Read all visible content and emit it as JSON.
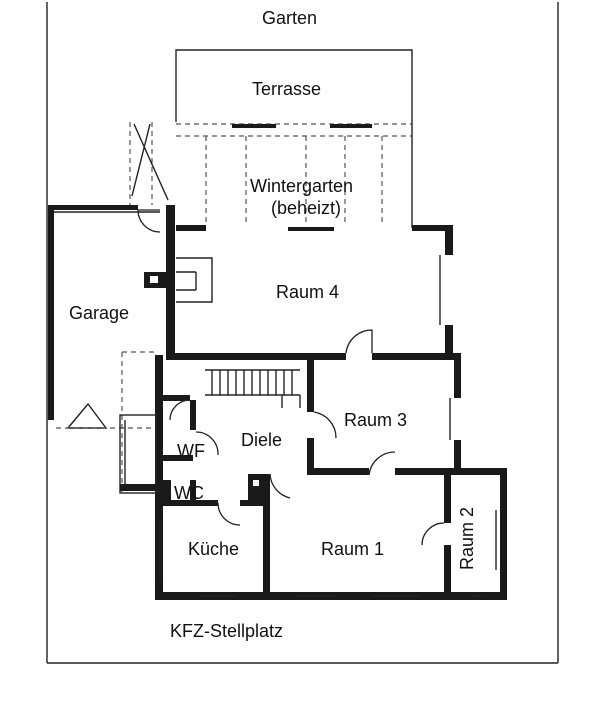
{
  "labels": {
    "garden": "Garten",
    "terrace": "Terrasse",
    "wintergarden_line1": "Wintergarten",
    "wintergarden_line2": "(beheizt)",
    "room4": "Raum 4",
    "garage": "Garage",
    "room3": "Raum 3",
    "hall": "Diele",
    "wf": "WF",
    "wc": "WC",
    "kitchen": "Küche",
    "room1": "Raum 1",
    "room2": "Raum 2",
    "parking": "KFZ-Stellplatz"
  }
}
